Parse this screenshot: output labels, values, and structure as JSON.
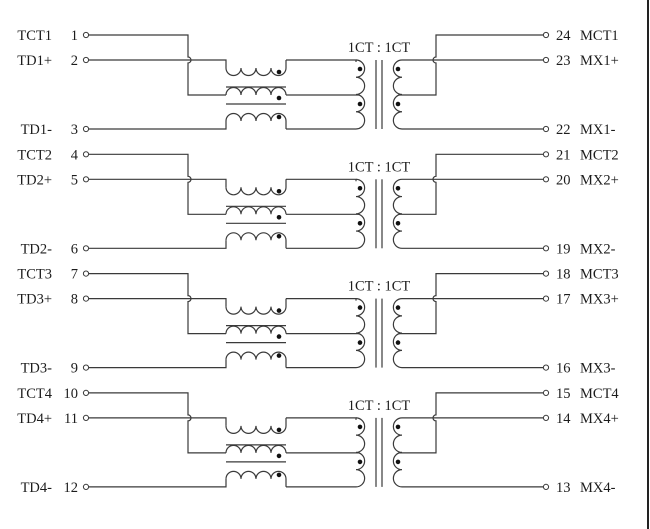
{
  "diagram": {
    "type": "magnetics-schematic",
    "description": "4-channel Ethernet LAN transformer with common-mode chokes",
    "colors": {
      "line": "#3a3a3a",
      "background": "#ffffff",
      "text": "#1c1c1c"
    },
    "channels": [
      {
        "ratio_label": "1CT : 1CT",
        "left_pins": [
          {
            "name": "TCT1",
            "number": "1"
          },
          {
            "name": "TD1+",
            "number": "2"
          },
          {
            "name": "TD1-",
            "number": "3"
          }
        ],
        "right_pins": [
          {
            "number": "24",
            "name": "MCT1"
          },
          {
            "number": "23",
            "name": "MX1+"
          },
          {
            "number": "22",
            "name": "MX1-"
          }
        ]
      },
      {
        "ratio_label": "1CT : 1CT",
        "left_pins": [
          {
            "name": "TCT2",
            "number": "4"
          },
          {
            "name": "TD2+",
            "number": "5"
          },
          {
            "name": "TD2-",
            "number": "6"
          }
        ],
        "right_pins": [
          {
            "number": "21",
            "name": "MCT2"
          },
          {
            "number": "20",
            "name": "MX2+"
          },
          {
            "number": "19",
            "name": "MX2-"
          }
        ]
      },
      {
        "ratio_label": "1CT : 1CT",
        "left_pins": [
          {
            "name": "TCT3",
            "number": "7"
          },
          {
            "name": "TD3+",
            "number": "8"
          },
          {
            "name": "TD3-",
            "number": "9"
          }
        ],
        "right_pins": [
          {
            "number": "18",
            "name": "MCT3"
          },
          {
            "number": "17",
            "name": "MX3+"
          },
          {
            "number": "16",
            "name": "MX3-"
          }
        ]
      },
      {
        "ratio_label": "1CT : 1CT",
        "left_pins": [
          {
            "name": "TCT4",
            "number": "10"
          },
          {
            "name": "TD4+",
            "number": "11"
          },
          {
            "name": "TD4-",
            "number": "12"
          }
        ],
        "right_pins": [
          {
            "number": "15",
            "name": "MCT4"
          },
          {
            "number": "14",
            "name": "MX4+"
          },
          {
            "number": "13",
            "name": "MX4-"
          }
        ]
      }
    ],
    "icons": {
      "pin": "open-circle-terminal",
      "choke": "common-mode-choke",
      "transformer": "center-tapped-transformer",
      "polarity": "polarity-dot"
    }
  }
}
